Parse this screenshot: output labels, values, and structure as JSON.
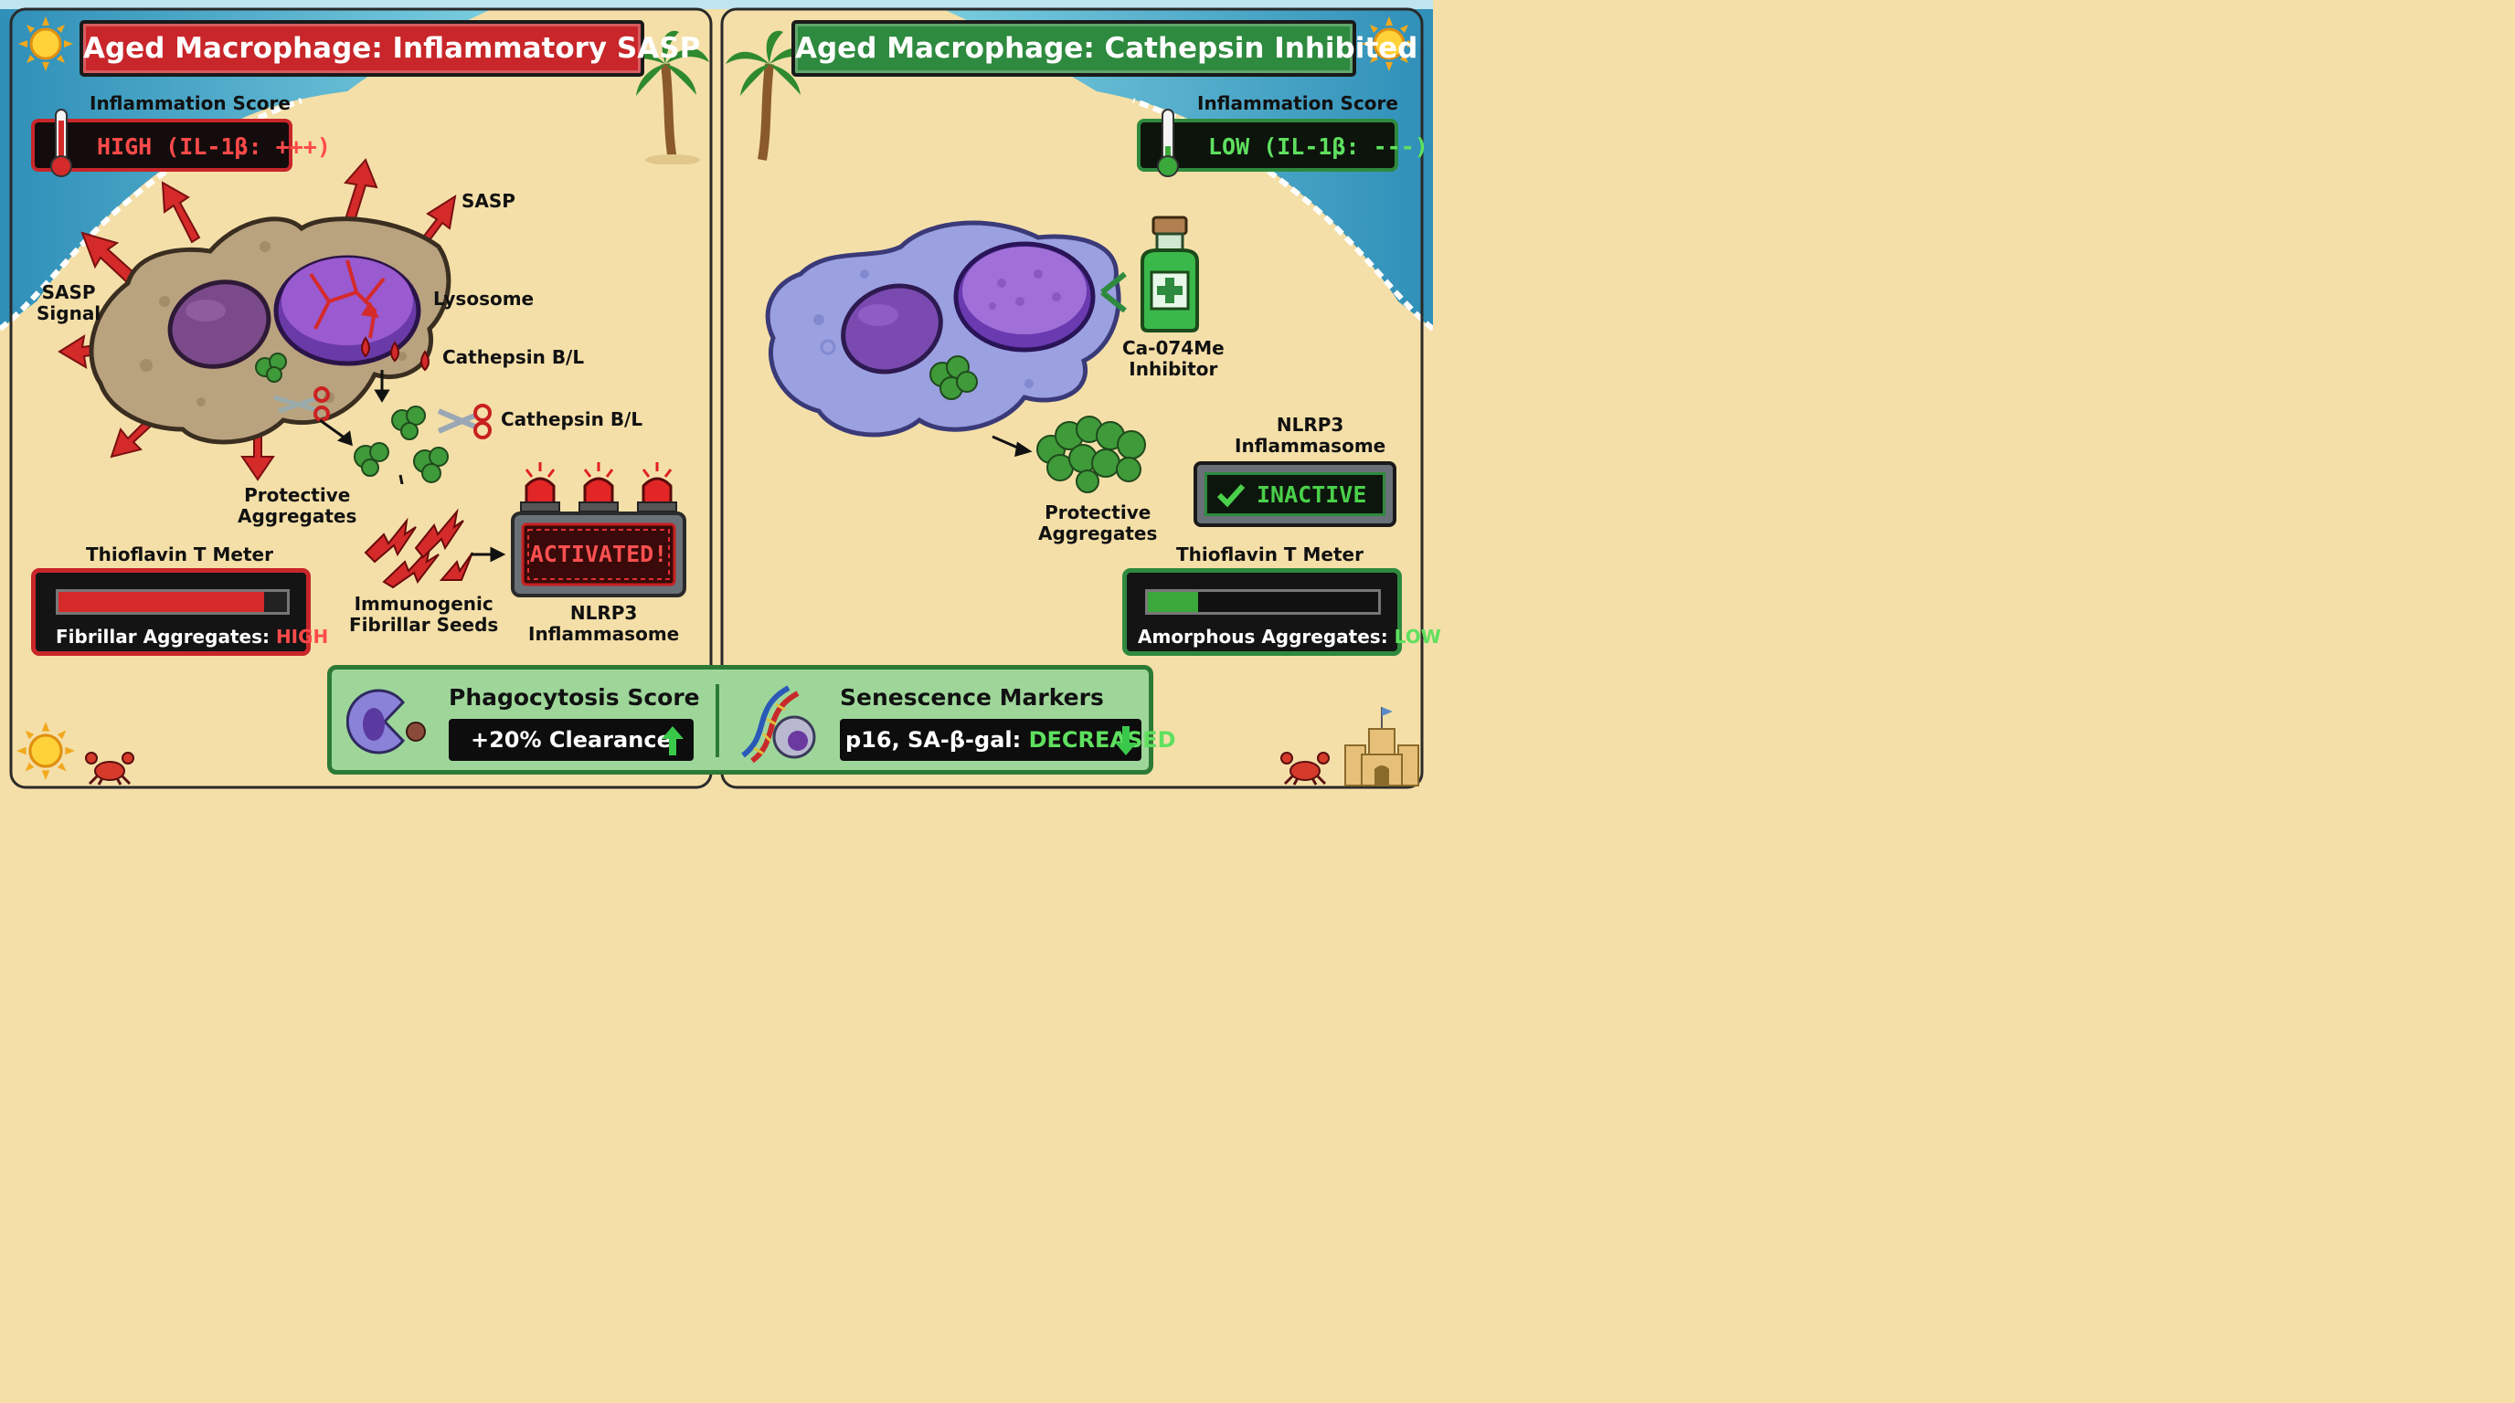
{
  "left_panel": {
    "title": "Aged Macrophage: Inflammatory SASP",
    "inflammation_label": "Inflammation Score",
    "inflammation_value": "HIGH (IL-1β: +++)",
    "labels": {
      "sasp": "SASP",
      "sasp_signal": "SASP\nSignal",
      "lysosome": "Lysosome",
      "cathepsin_1": "Cathepsin B/L",
      "cathepsin_2": "Cathepsin B/L",
      "protective": "Protective\nAggregates",
      "immunogenic": "Immunogenic\nFibrillar Seeds",
      "nlrp3": "NLRP3\nInflammasome"
    },
    "activated_text": "ACTIVATED!",
    "thioflavin_label": "Thioflavin T Meter",
    "meter_prefix": "Fibrillar Aggregates: ",
    "meter_level": "HIGH",
    "meter_fill": 0.9
  },
  "right_panel": {
    "title": "Aged Macrophage: Cathepsin Inhibited",
    "inflammation_label": "Inflammation Score",
    "inflammation_value": "LOW (IL-1β: ---)",
    "labels": {
      "inhibitor": "Ca-074Me\nInhibitor",
      "protective": "Protective\nAggregates",
      "nlrp3": "NLRP3\nInflammasome"
    },
    "inactive_text": "INACTIVE",
    "thioflavin_label": "Thioflavin T Meter",
    "meter_prefix": "Amorphous Aggregates: ",
    "meter_level": "LOW",
    "meter_fill": 0.22
  },
  "bottom": {
    "phagocytosis_title": "Phagocytosis Score",
    "phagocytosis_value": "+20% Clearance",
    "senescence_title": "Senescence Markers",
    "senescence_prefix": "p16, SA-β-gal: ",
    "senescence_value": "DECREASED"
  },
  "colors": {
    "sand": "#f4dfa8",
    "sea": "#4aa9c8",
    "alert_red": "#d42a2a",
    "ok_green": "#2e8a3e",
    "cell_left": "#b9a27e",
    "cell_right": "#9aa0e0",
    "nucleus": "#7a4a8a",
    "lysosome": "#8a4fc2",
    "aggregate": "#3f9a3a"
  },
  "icons": [
    "sun-icon",
    "palm-tree-icon",
    "thermometer-icon",
    "scissors-icon",
    "siren-icon",
    "bottle-icon",
    "checkmark-icon",
    "crab-icon",
    "sandcastle-icon",
    "dna-icon",
    "up-arrow-icon",
    "down-arrow-icon",
    "pacman-macrophage-icon"
  ]
}
